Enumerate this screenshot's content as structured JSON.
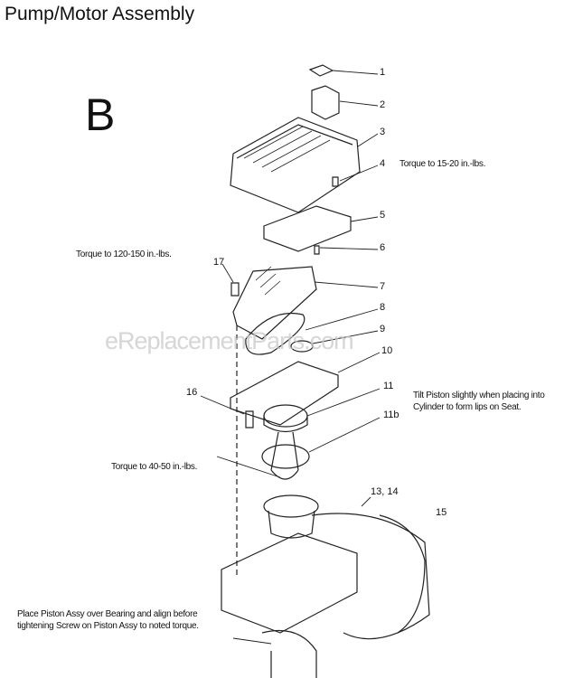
{
  "title": "Pump/Motor Assembly",
  "section_letter": "B",
  "watermark": "eReplacementParts.com",
  "callouts": [
    "1",
    "2",
    "3",
    "4",
    "5",
    "6",
    "7",
    "8",
    "9",
    "10",
    "11",
    "11b",
    "13, 14",
    "15",
    "16",
    "17"
  ],
  "notes": {
    "torque_4": "Torque to 15-20 in.-lbs.",
    "torque_17": "Torque to 120-150 in.-lbs.",
    "torque_piston": "Torque to 40-50 in.-lbs.",
    "tilt_line1": "Tilt Piston slightly when placing into",
    "tilt_line2": "Cylinder to form lips on Seat.",
    "place_line1": "Place Piston Assy over Bearing and align before",
    "place_line2": "tightening Screw on Piston Assy to noted torque."
  }
}
